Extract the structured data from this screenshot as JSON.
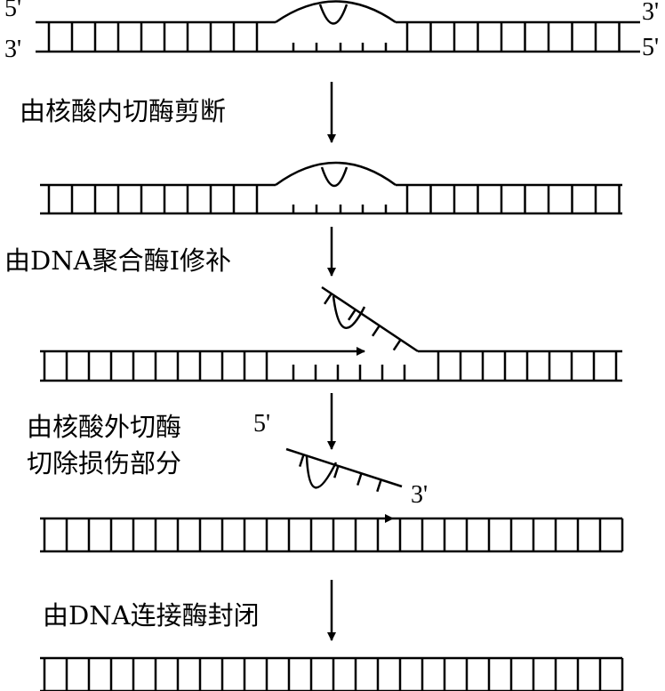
{
  "labels": {
    "end_5_top_left": "5'",
    "end_3_top_left": "3'",
    "end_3_top_right": "3'",
    "end_5_top_right": "5'",
    "step1": "由核酸内切酶剪断",
    "step2": "由DNA聚合酶Ⅰ修补",
    "step3_line1": "由核酸外切酶",
    "step3_line2": "切除损伤部分",
    "end_5_excised": "5'",
    "end_3_excised": "3'",
    "step4": "由DNA连接酶封闭"
  },
  "colors": {
    "stroke": "#000000",
    "background": "#ffffff"
  }
}
